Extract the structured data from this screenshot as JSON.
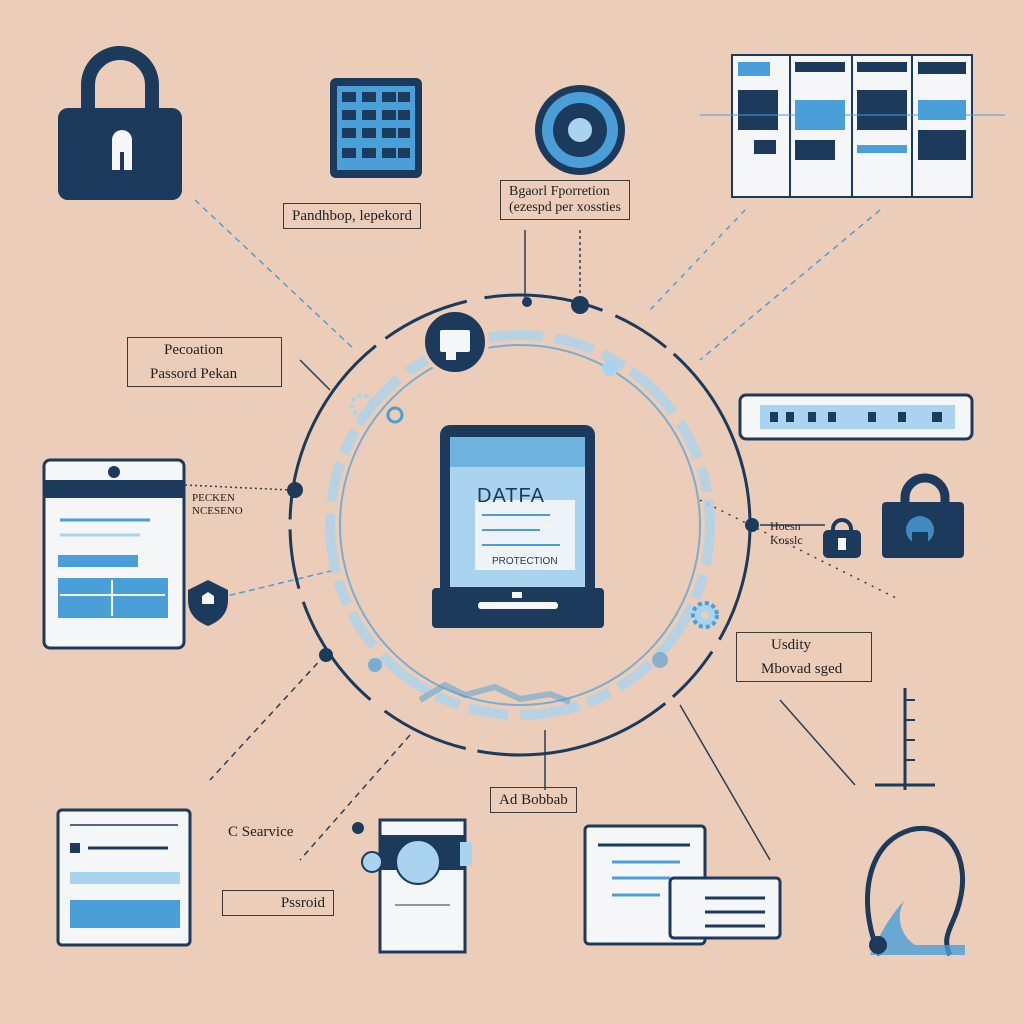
{
  "labels": {
    "keyboard": "Pandhbop, lepekord",
    "encryption_line1": "Bgaorl Fporretion",
    "encryption_line2": "(ezespd per xossties",
    "verification_line1": "Pecoation",
    "verification_line2": "Passord Pekan",
    "left_note_line1": "PECKEN",
    "left_note_line2": "NCESENO",
    "right_note_line1": "Hoesn",
    "right_note_line2": "Kosslc",
    "usage_line1": "Usdity",
    "usage_line2": "Mbovad sged",
    "service": "C Searvice",
    "password": "Pssroid",
    "bottom_center": "Ad Bobbab"
  },
  "hub": {
    "title": "DATFA",
    "subtitle": "PROTECTION"
  },
  "colors": {
    "background": "#eccdb9",
    "navy": "#1b3a5c",
    "blue": "#4a9fd8",
    "light_blue": "#a9d3ee",
    "panel": "#f4f6f8"
  },
  "icons": [
    "padlock-icon",
    "keypad-icon",
    "target-icon",
    "server-rack-icon",
    "shield-icon",
    "chat-icon",
    "hub-tablet-icon",
    "lock-icon",
    "person-icon",
    "document-icon",
    "gear-icon"
  ]
}
